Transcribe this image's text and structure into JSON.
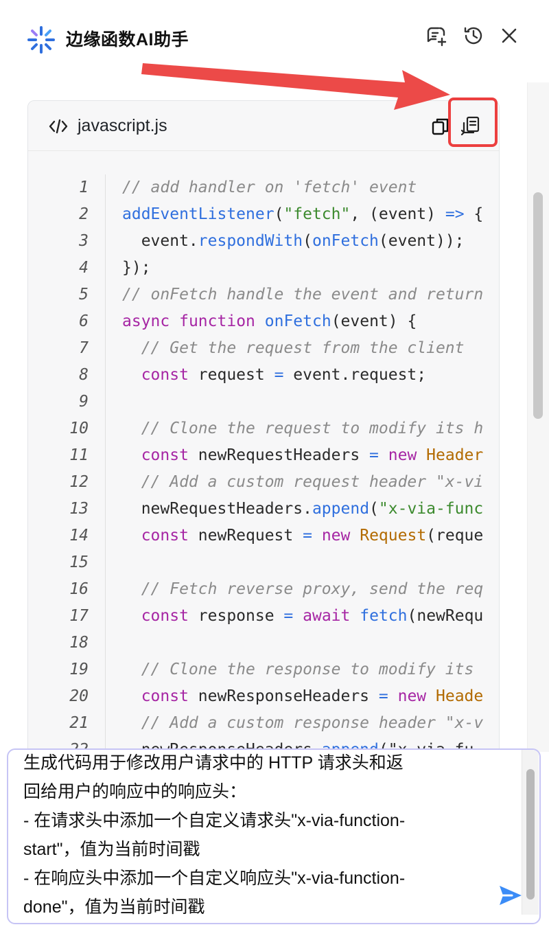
{
  "header": {
    "title": "边缘函数AI助手",
    "icons": [
      "new-chat-icon",
      "history-icon",
      "close-icon"
    ]
  },
  "code_block": {
    "language_icon": "code-icon",
    "filename": "javascript.js",
    "actions": [
      "copy-icon",
      "insert-code-icon"
    ],
    "lines": [
      [
        [
          "c",
          "// add handler on 'fetch' event"
        ]
      ],
      [
        [
          "f",
          "addEventListener"
        ],
        [
          "t",
          "("
        ],
        [
          "s",
          "\"fetch\""
        ],
        [
          "t",
          ", (event) "
        ],
        [
          "o",
          "=>"
        ],
        [
          "t",
          " {"
        ]
      ],
      [
        [
          "t",
          "  event."
        ],
        [
          "f",
          "respondWith"
        ],
        [
          "t",
          "("
        ],
        [
          "f",
          "onFetch"
        ],
        [
          "t",
          "(event));"
        ]
      ],
      [
        [
          "t",
          "});"
        ]
      ],
      [
        [
          "c",
          "// onFetch handle the event and return"
        ]
      ],
      [
        [
          "k",
          "async"
        ],
        [
          "t",
          " "
        ],
        [
          "k",
          "function"
        ],
        [
          "t",
          " "
        ],
        [
          "f",
          "onFetch"
        ],
        [
          "t",
          "(event) {"
        ]
      ],
      [
        [
          "c",
          "  // Get the request from the client"
        ]
      ],
      [
        [
          "k",
          "  const"
        ],
        [
          "t",
          " request "
        ],
        [
          "o",
          "="
        ],
        [
          "t",
          " event.request;"
        ]
      ],
      [],
      [
        [
          "c",
          "  // Clone the request to modify its h"
        ]
      ],
      [
        [
          "k",
          "  const"
        ],
        [
          "t",
          " newRequestHeaders "
        ],
        [
          "o",
          "="
        ],
        [
          "t",
          " "
        ],
        [
          "k",
          "new"
        ],
        [
          "t",
          " "
        ],
        [
          "x",
          "Header"
        ]
      ],
      [
        [
          "c",
          "  // Add a custom request header \"x-vi"
        ]
      ],
      [
        [
          "t",
          "  newRequestHeaders."
        ],
        [
          "f",
          "append"
        ],
        [
          "t",
          "("
        ],
        [
          "s",
          "\"x-via-func"
        ]
      ],
      [
        [
          "k",
          "  const"
        ],
        [
          "t",
          " newRequest "
        ],
        [
          "o",
          "="
        ],
        [
          "t",
          " "
        ],
        [
          "k",
          "new"
        ],
        [
          "t",
          " "
        ],
        [
          "x",
          "Request"
        ],
        [
          "t",
          "(reque"
        ]
      ],
      [],
      [
        [
          "c",
          "  // Fetch reverse proxy, send the req"
        ]
      ],
      [
        [
          "k",
          "  const"
        ],
        [
          "t",
          " response "
        ],
        [
          "o",
          "="
        ],
        [
          "t",
          " "
        ],
        [
          "k",
          "await"
        ],
        [
          "t",
          " "
        ],
        [
          "f",
          "fetch"
        ],
        [
          "t",
          "(newRequ"
        ]
      ],
      [],
      [
        [
          "c",
          "  // Clone the response to modify its"
        ]
      ],
      [
        [
          "k",
          "  const"
        ],
        [
          "t",
          " newResponseHeaders "
        ],
        [
          "o",
          "="
        ],
        [
          "t",
          " "
        ],
        [
          "k",
          "new"
        ],
        [
          "t",
          " "
        ],
        [
          "x",
          "Heade"
        ]
      ],
      [
        [
          "c",
          "  // Add a custom response header \"x-v"
        ]
      ],
      [
        [
          "t",
          "  newResponseHeaders."
        ],
        [
          "f",
          "append"
        ],
        [
          "t",
          "(\"x-via-fu"
        ]
      ]
    ]
  },
  "prompt_input": {
    "text": "生成代码用于修改用户请求中的 HTTP 请求头和返\n回给用户的响应中的响应头：\n- 在请求头中添加一个自定义请求头\"x-via-function-\nstart\"，值为当前时间戳\n- 在响应头中添加一个自定义响应头\"x-via-function-\ndone\"，值为当前时间戳",
    "send_icon": "send-icon"
  },
  "colors": {
    "accent": "#2f6fde",
    "annotation": "#ec3f3f",
    "input_border": "#c6c4f5"
  }
}
